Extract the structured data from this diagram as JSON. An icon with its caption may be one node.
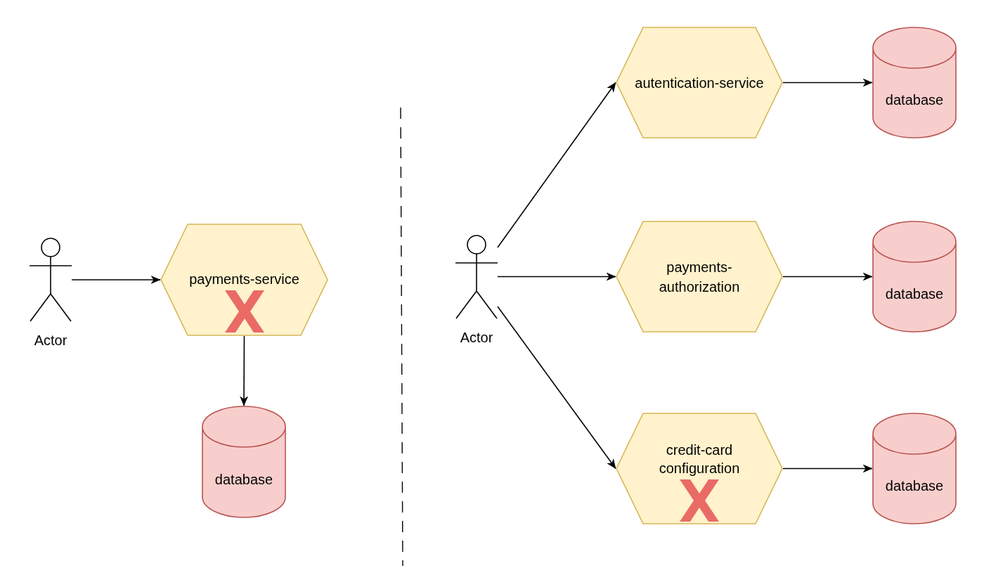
{
  "diagram": {
    "nodes": [
      {
        "text": [
          "Actor"
        ]
      },
      {
        "text": [
          "payments-service"
        ]
      },
      {
        "text": [
          "database"
        ]
      },
      {
        "text": [
          "Actor"
        ]
      },
      {
        "text": [
          "autentication-service"
        ]
      },
      {
        "text": [
          "database"
        ]
      },
      {
        "text": [
          "payments-authorization"
        ]
      },
      {
        "text": [
          "database"
        ]
      },
      {
        "text": [
          "credit-card configuration"
        ]
      },
      {
        "text": [
          "database"
        ]
      }
    ],
    "edges": [
      {
        "from": 0,
        "to": 1,
        "arrow": "to"
      },
      {
        "from": 1,
        "to": 2,
        "arrow": "to"
      },
      {
        "from": 3,
        "to": 4,
        "arrow": "to"
      },
      {
        "from": 3,
        "to": 6,
        "arrow": "to"
      },
      {
        "from": 3,
        "to": 8,
        "arrow": "to"
      },
      {
        "from": 4,
        "to": 5,
        "arrow": "to"
      },
      {
        "from": 6,
        "to": 7,
        "arrow": "to"
      },
      {
        "from": 8,
        "to": 9,
        "arrow": "to"
      }
    ]
  }
}
